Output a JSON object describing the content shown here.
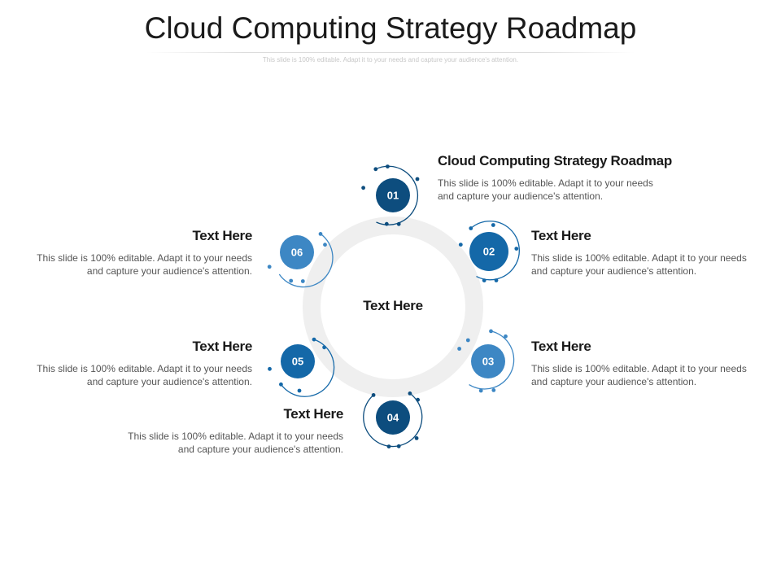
{
  "title": "Cloud Computing Strategy Roadmap",
  "subtitle": "This slide is 100% editable. Adapt it to your needs and capture your audience's attention.",
  "center_label": "Text Here",
  "colors": {
    "dark_blue": "#0d4d7e",
    "mid_blue": "#1468a8",
    "light_blue": "#3d87c4",
    "ring_gray": "#efefef"
  },
  "steps": [
    {
      "number": "01",
      "heading": "Cloud Computing Strategy Roadmap",
      "body": "This slide is 100% editable. Adapt it to your needs and capture your audience's attention."
    },
    {
      "number": "02",
      "heading": "Text Here",
      "body": "This slide is 100% editable. Adapt it to your needs and capture your audience's attention."
    },
    {
      "number": "03",
      "heading": "Text Here",
      "body": "This slide is 100% editable. Adapt it to your needs and capture your audience's attention."
    },
    {
      "number": "04",
      "heading": "Text Here",
      "body": "This slide is 100% editable. Adapt it to your needs and capture your audience's attention."
    },
    {
      "number": "05",
      "heading": "Text Here",
      "body": "This slide is 100% editable. Adapt it to your needs and capture your audience's attention."
    },
    {
      "number": "06",
      "heading": "Text Here",
      "body": "This slide is 100% editable. Adapt it to your needs and capture your audience's attention."
    }
  ]
}
